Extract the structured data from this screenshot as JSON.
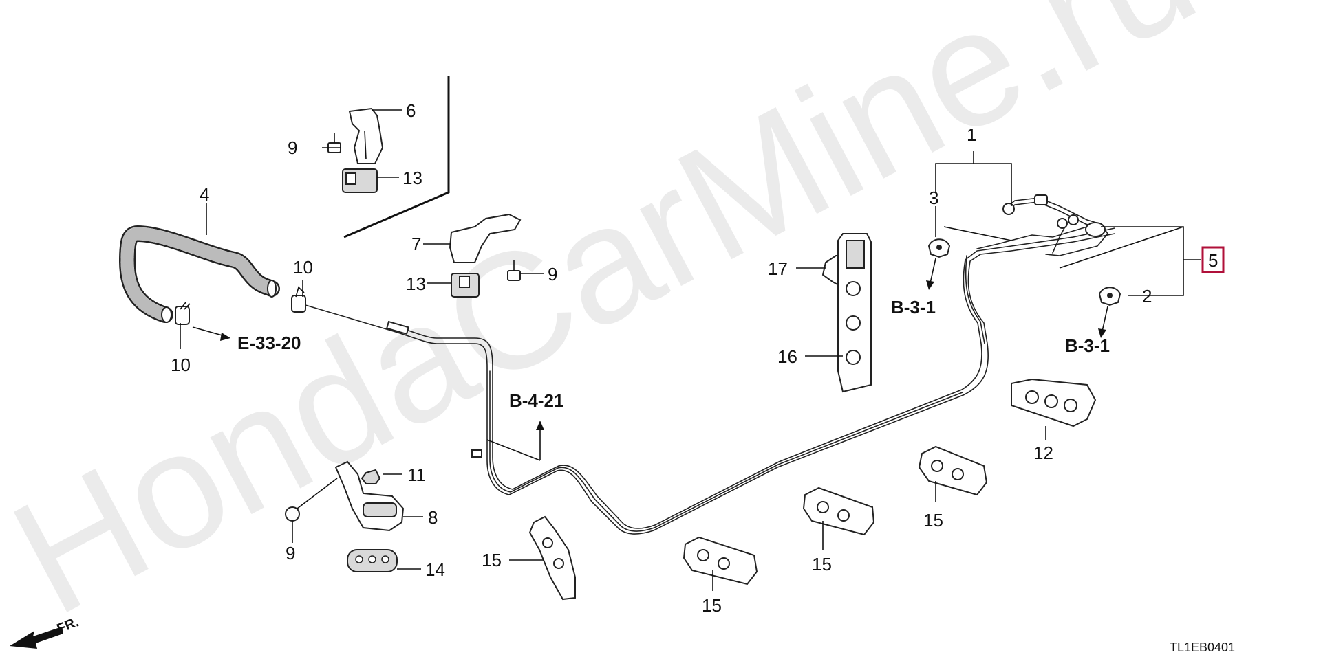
{
  "watermark": "HondaCarMine.ru",
  "diagram_code": "TL1EB0401",
  "front_label": "FR.",
  "highlight_color": "#b0103a",
  "part_labels": {
    "p1": "1",
    "p2": "2",
    "p3": "3",
    "p4": "4",
    "p5": "5",
    "p6": "6",
    "p7": "7",
    "p8": "8",
    "p9a": "9",
    "p9b": "9",
    "p9c": "9",
    "p10a": "10",
    "p10b": "10",
    "p11": "11",
    "p12": "12",
    "p13a": "13",
    "p13b": "13",
    "p14": "14",
    "p15a": "15",
    "p15b": "15",
    "p15c": "15",
    "p15d": "15",
    "p16": "16",
    "p17": "17"
  },
  "references": {
    "e33_20": "E-33-20",
    "b4_21": "B-4-21",
    "b3_1_left": "B-3-1",
    "b3_1_right": "B-3-1"
  }
}
